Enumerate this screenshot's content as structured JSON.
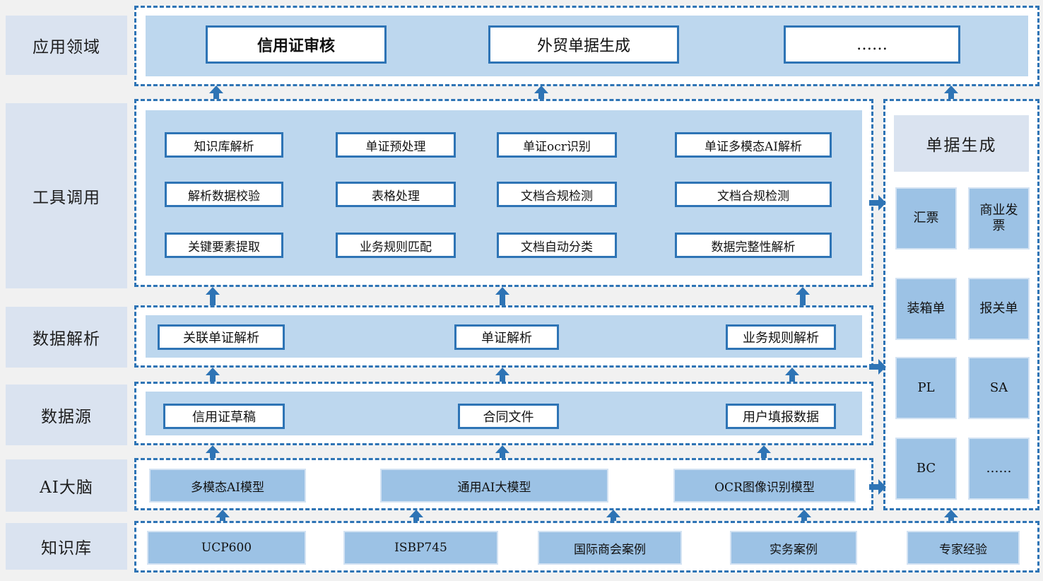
{
  "layers": {
    "app": {
      "label": "应用领域",
      "items": [
        "信用证审核",
        "外贸单据生成",
        "……"
      ]
    },
    "tools": {
      "label": "工具调用",
      "grid": [
        [
          "知识库解析",
          "单证预处理",
          "单证ocr识别",
          "单证多模态AI解析"
        ],
        [
          "解析数据校验",
          "表格处理",
          "文档合规检测",
          "文档合规检测"
        ],
        [
          "关键要素提取",
          "业务规则匹配",
          "文档自动分类",
          "数据完整性解析"
        ]
      ]
    },
    "parse": {
      "label": "数据解析",
      "items": [
        "关联单证解析",
        "单证解析",
        "业务规则解析"
      ]
    },
    "source": {
      "label": "数据源",
      "items": [
        "信用证草稿",
        "合同文件",
        "用户填报数据"
      ]
    },
    "ai": {
      "label": "AI大脑",
      "items": [
        "多模态AI模型",
        "通用AI大模型",
        "OCR图像识别模型"
      ]
    },
    "kb": {
      "label": "知识库",
      "items": [
        "UCP600",
        "ISBP745",
        "国际商会案例",
        "实务案例",
        "专家经验"
      ]
    }
  },
  "output_panel": {
    "title": "单据生成",
    "items": [
      "汇票",
      "商业发票",
      "装箱单",
      "报关单",
      "PL",
      "SA",
      "BC",
      "……"
    ]
  },
  "colors": {
    "accent": "#2e74b5",
    "panel_fill": "#bdd7ee",
    "box_fill": "#9cc2e5",
    "label_fill": "#dae3f0",
    "page_bg": "#f1f1f1"
  }
}
